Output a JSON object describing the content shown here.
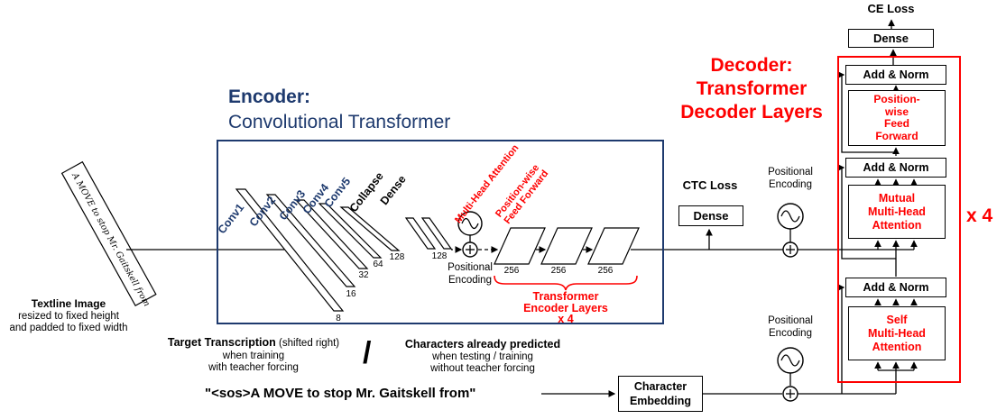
{
  "colors": {
    "encoder_blue": "#1e3a6e",
    "accent_red": "#fe0000"
  },
  "textline_image": {
    "handwriting": "A MOVE to stop Mr. Gaitskell from",
    "caption_title": "Textline Image",
    "caption_line2": "resized to fixed height",
    "caption_line3": "and padded to fixed width"
  },
  "encoder": {
    "title": "Encoder:",
    "subtitle": "Convolutional Transformer",
    "conv_labels": [
      "Conv1",
      "Conv2",
      "Conv3",
      "Conv4",
      "Conv5"
    ],
    "collapse_label": "Collapse",
    "dense_label": "Dense",
    "feature_sizes": [
      "8",
      "16",
      "32",
      "64",
      "128",
      "128"
    ],
    "mha_label": "Multi-Head Attention",
    "ff_label": [
      "Position-wise",
      "Feed Forward"
    ],
    "layer_sizes": [
      "256",
      "256",
      "256"
    ],
    "layers_caption": [
      "Transformer",
      "Encoder Layers",
      "x 4"
    ],
    "positional_encoding": "Positional Encoding"
  },
  "ctc": {
    "loss_label": "CTC Loss",
    "dense_label": "Dense"
  },
  "decoder": {
    "title": [
      "Decoder:",
      "Transformer",
      "Decoder Layers"
    ],
    "repeat_label": "x 4",
    "add_norm_label": "Add & Norm",
    "feed_forward": [
      "Position-",
      "wise",
      "Feed",
      "Forward"
    ],
    "mutual_attention": [
      "Mutual",
      "Multi-Head",
      "Attention"
    ],
    "self_attention": [
      "Self",
      "Multi-Head",
      "Attention"
    ],
    "dense_label": "Dense",
    "ce_loss_label": "CE Loss",
    "positional_encoding": "Positional Encoding"
  },
  "bottom": {
    "target_title": "Target Transcription",
    "target_title_suffix": " (shifted right)",
    "target_line2": "when training",
    "target_line3": "with teacher forcing",
    "separator": "/",
    "predicted_title": "Characters already predicted",
    "predicted_line2": "when testing / training",
    "predicted_line3": "without teacher forcing",
    "transcription": "\"<sos>A MOVE to stop Mr. Gaitskell from\"",
    "char_embedding": [
      "Character",
      "Embedding"
    ]
  }
}
